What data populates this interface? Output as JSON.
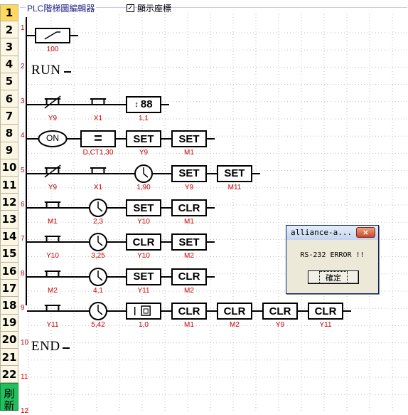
{
  "panel": {
    "title": "PLC階梯圖編輯器",
    "show_coords_label": "顯示座標",
    "show_coords_checked": true,
    "check_mark": "✓"
  },
  "row_headers": [
    "1",
    "2",
    "3",
    "4",
    "5",
    "6",
    "7",
    "8",
    "9",
    "10",
    "11",
    "12",
    "13",
    "14",
    "15",
    "16",
    "17",
    "18",
    "19",
    "20",
    "21",
    "22"
  ],
  "refresh_label": "刷新",
  "rungs": [
    {
      "num": "1",
      "elements": [
        {
          "type": "switch",
          "label": "100"
        }
      ]
    },
    {
      "num": "2",
      "keyword": "RUN"
    },
    {
      "num": "3",
      "elements": [
        {
          "type": "contact-nc",
          "label": "Y9"
        },
        {
          "type": "contact-no",
          "label": "X1"
        },
        {
          "type": "counter",
          "text": "88",
          "label": "1,1"
        }
      ]
    },
    {
      "num": "4",
      "elements": [
        {
          "type": "on",
          "text": "ON",
          "label": ""
        },
        {
          "type": "compare",
          "text": "=",
          "label": "D,CT1,30"
        },
        {
          "type": "coil",
          "text": "SET",
          "label": "Y9"
        },
        {
          "type": "coil",
          "text": "SET",
          "label": "M1"
        }
      ]
    },
    {
      "num": "5",
      "elements": [
        {
          "type": "contact-nc",
          "label": "Y9"
        },
        {
          "type": "contact-no",
          "label": "X1"
        },
        {
          "type": "timer",
          "label": "1,90"
        },
        {
          "type": "coil",
          "text": "SET",
          "label": "Y9"
        },
        {
          "type": "coil",
          "text": "SET",
          "label": "M11"
        }
      ]
    },
    {
      "num": "6",
      "elements": [
        {
          "type": "contact-no",
          "label": "M1"
        },
        {
          "type": "timer",
          "label": "2,3"
        },
        {
          "type": "coil",
          "text": "SET",
          "label": "Y10"
        },
        {
          "type": "coil",
          "text": "CLR",
          "label": "M1"
        }
      ]
    },
    {
      "num": "7",
      "elements": [
        {
          "type": "contact-no",
          "label": "Y10"
        },
        {
          "type": "timer",
          "label": "3,25"
        },
        {
          "type": "coil",
          "text": "CLR",
          "label": "Y10"
        },
        {
          "type": "coil",
          "text": "SET",
          "label": "M2"
        }
      ]
    },
    {
      "num": "8",
      "elements": [
        {
          "type": "contact-no",
          "label": "M2"
        },
        {
          "type": "timer",
          "label": "4,1"
        },
        {
          "type": "coil",
          "text": "SET",
          "label": "Y11"
        },
        {
          "type": "coil",
          "text": "CLR",
          "label": "M2"
        }
      ]
    },
    {
      "num": "9",
      "elements": [
        {
          "type": "contact-no",
          "label": "Y11"
        },
        {
          "type": "timer",
          "label": "5,42"
        },
        {
          "type": "display",
          "label": "1,0"
        },
        {
          "type": "coil",
          "text": "CLR",
          "label": "M1"
        },
        {
          "type": "coil",
          "text": "CLR",
          "label": "M2"
        },
        {
          "type": "coil",
          "text": "CLR",
          "label": "Y9"
        },
        {
          "type": "coil",
          "text": "CLR",
          "label": "Y11"
        }
      ]
    },
    {
      "num": "10",
      "keyword": "END"
    },
    {
      "num": "11"
    },
    {
      "num": "12"
    }
  ],
  "dialog": {
    "title": "alliance-a...",
    "close_label": "×",
    "message": "RS-232 ERROR !!",
    "ok_label": "確定"
  },
  "colors": {
    "header_active": "#ffd860",
    "header_bg": "#fbf7e4",
    "refresh_bg": "#22c05c",
    "label_red": "#cc0000",
    "grid": "#c0c0c0"
  }
}
